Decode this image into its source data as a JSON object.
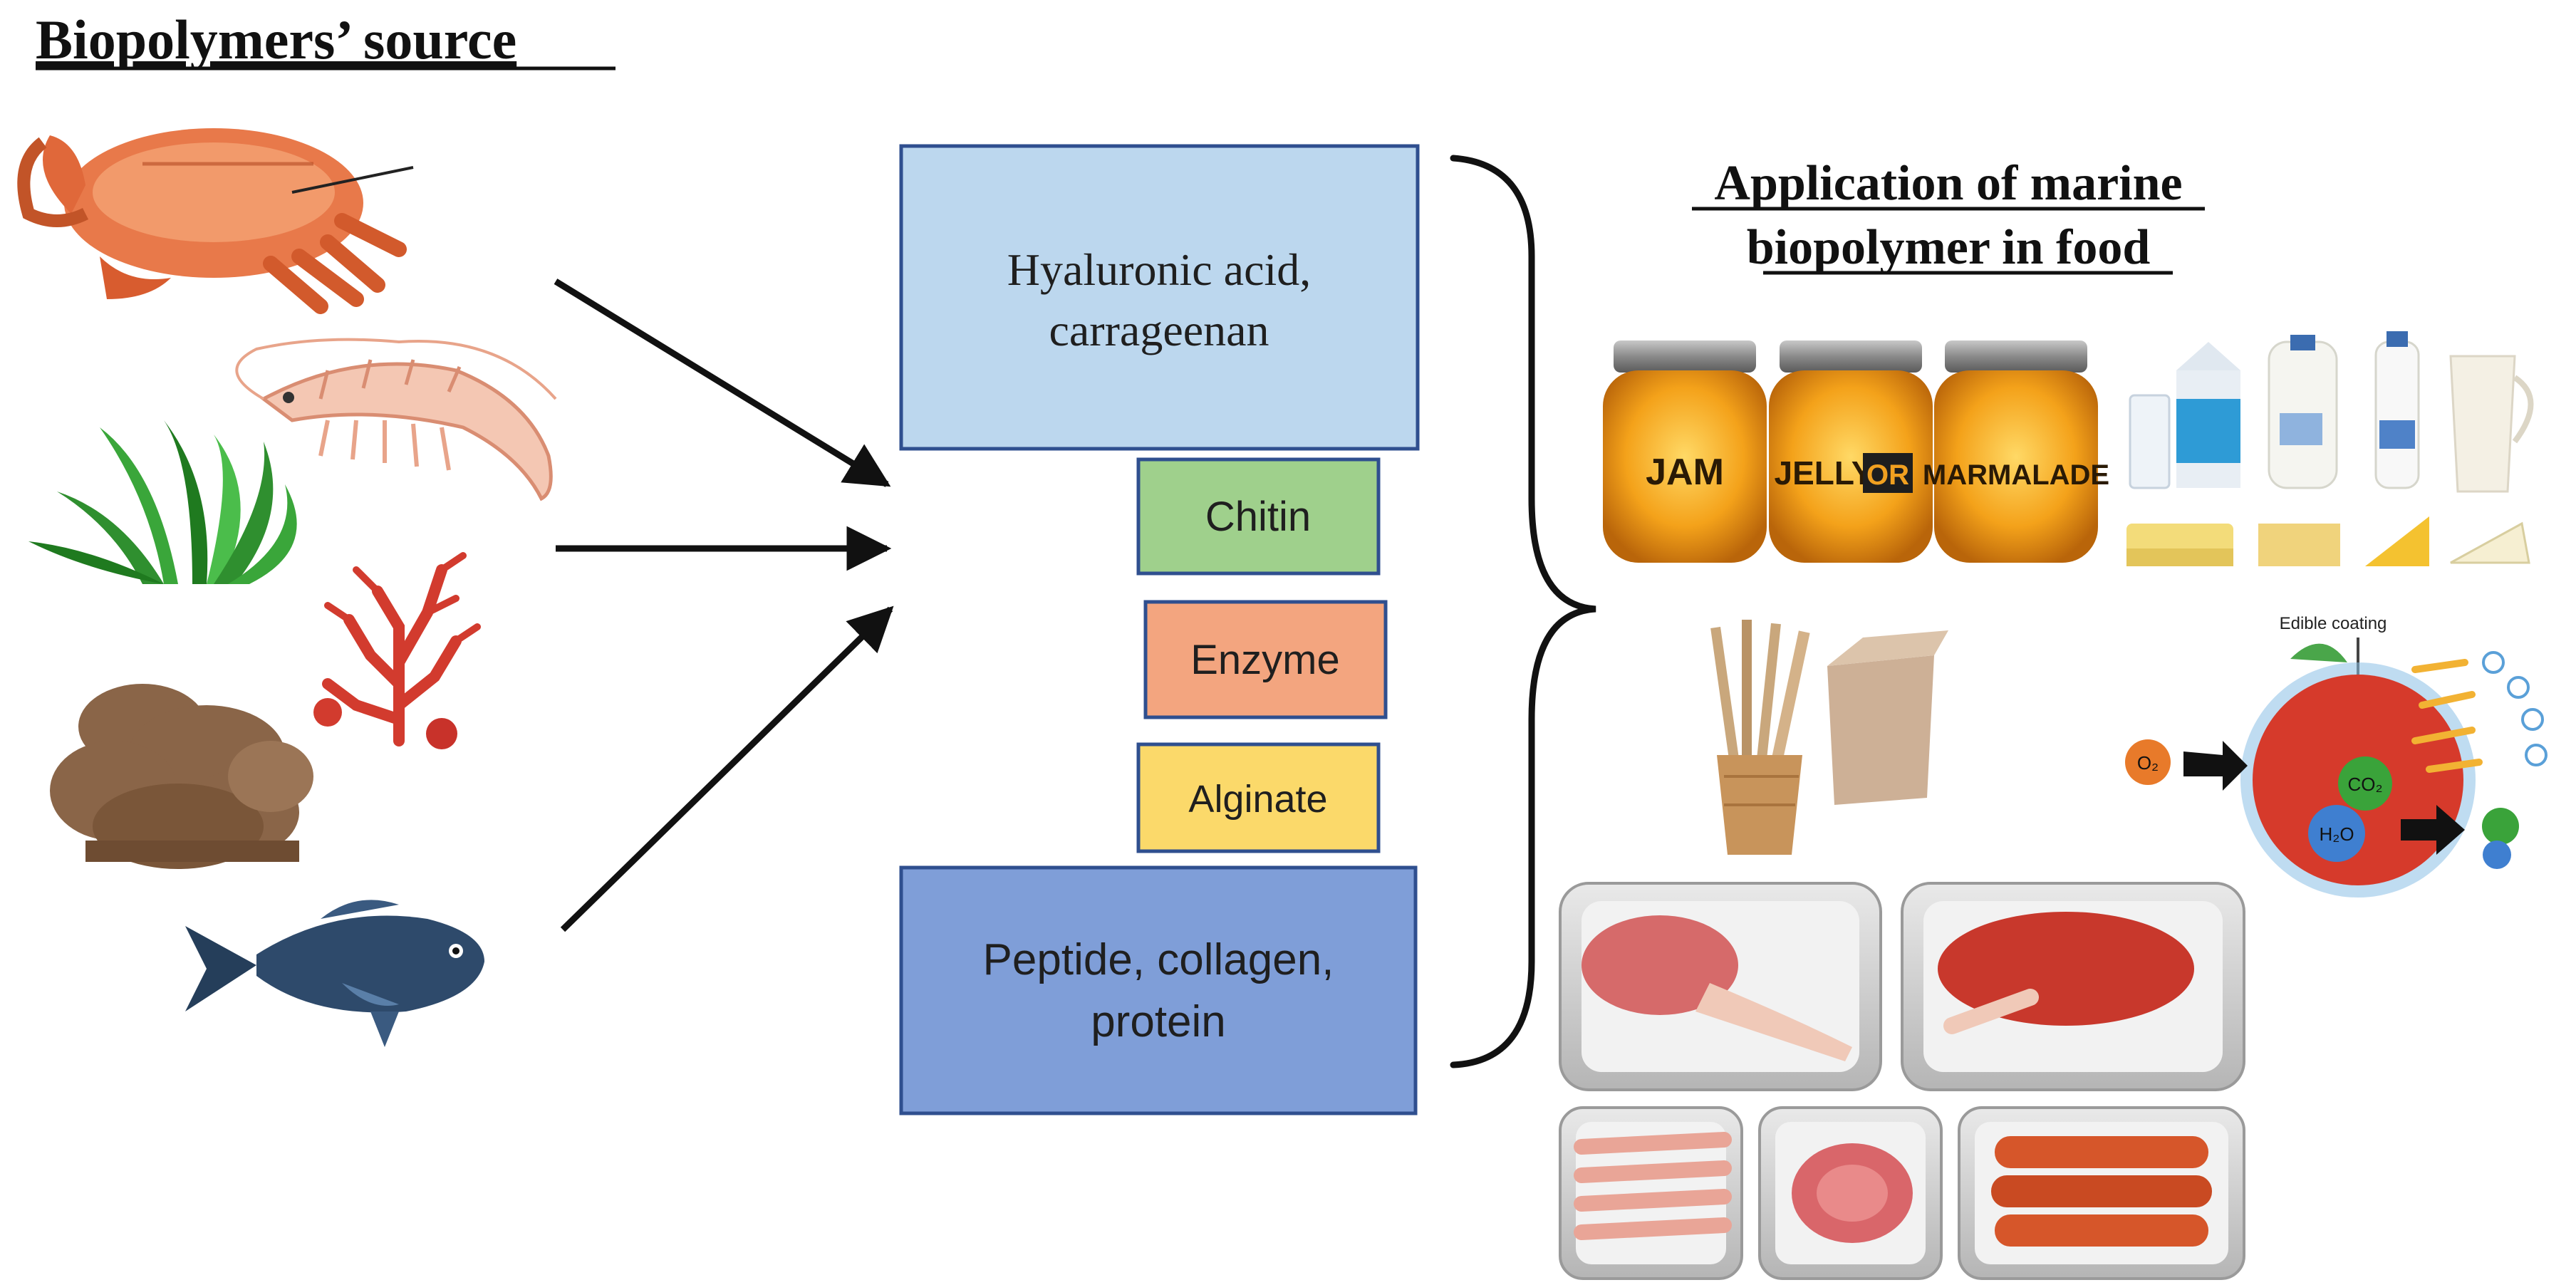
{
  "source_title": "Biopolymers’ source",
  "application_title": {
    "line1": "Application of marine",
    "line2": "biopolymer in food"
  },
  "boxes": {
    "hyaluronic": {
      "line1": "Hyaluronic acid,",
      "line2": "carrageenan",
      "fill": "#bcd7ee",
      "stroke": "#2f4f8f"
    },
    "chitin": {
      "label": "Chitin",
      "fill": "#9fd08c",
      "stroke": "#2f4f8f"
    },
    "enzyme": {
      "label": "Enzyme",
      "fill": "#f3a57f",
      "stroke": "#2f4f8f"
    },
    "alginate": {
      "label": "Alginate",
      "fill": "#fbd96a",
      "stroke": "#2f4f8f"
    },
    "peptide": {
      "line1": "Peptide, collagen,",
      "line2": "protein",
      "fill": "#7f9ed8",
      "stroke": "#2f4f8f"
    }
  },
  "jars": [
    "JAM",
    "JELLY",
    "OR",
    "MARMALADE"
  ],
  "edible_coating": {
    "label": "Edible coating",
    "o2": "O₂",
    "co2": "CO₂",
    "h2o": "H₂O"
  },
  "icons": {
    "crab": "crab-icon",
    "shrimp": "shrimp-icon",
    "plant": "seaweed-plant-icon",
    "red_algae": "red-algae-icon",
    "brown_algae": "brown-algae-icon",
    "fish": "fish-icon"
  },
  "colors": {
    "text": "#1f1f1f",
    "arrow": "#111111"
  }
}
